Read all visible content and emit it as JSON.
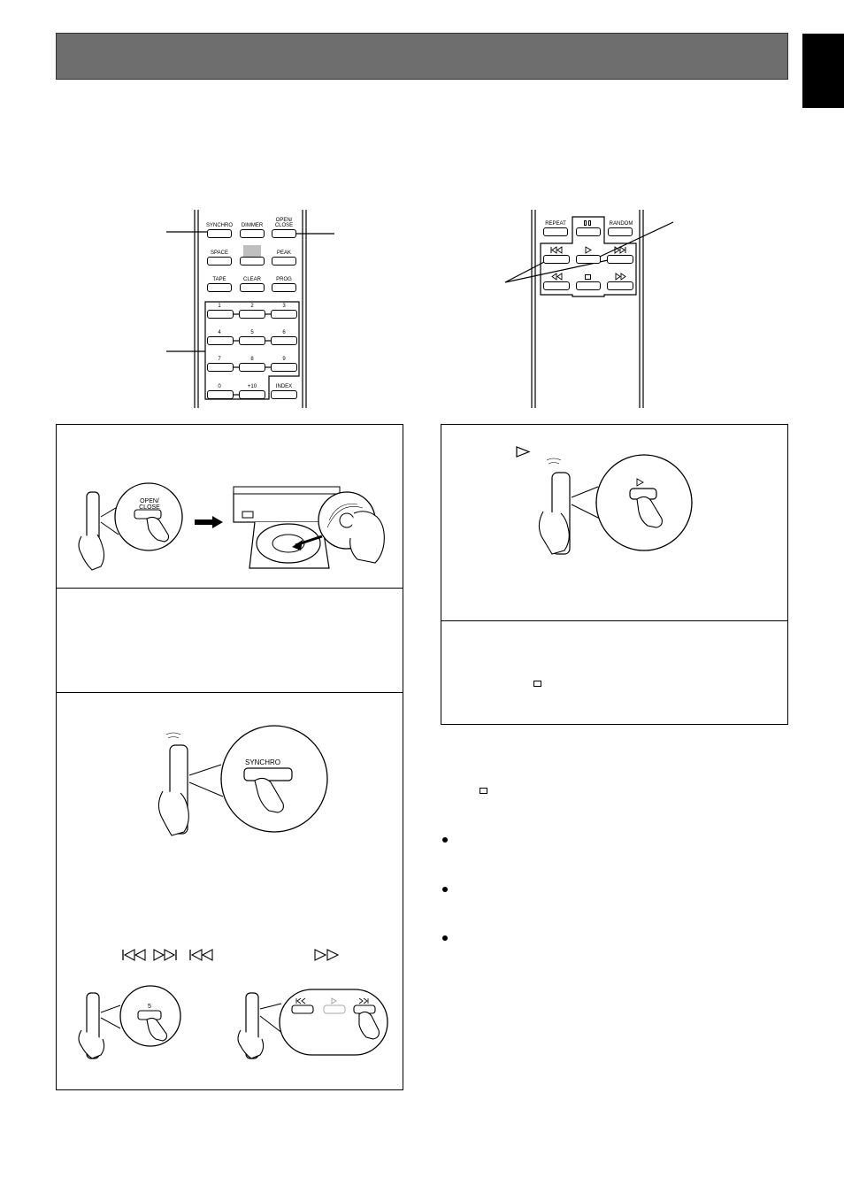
{
  "remote_left": {
    "row1": [
      "SYNCHRO",
      "DIMMER",
      "OPEN/",
      "CLOSE"
    ],
    "row2": [
      "SPACE",
      "PEAK"
    ],
    "row3": [
      "TAPE",
      "CLEAR",
      "PROG"
    ],
    "digits": [
      "1",
      "2",
      "3",
      "4",
      "5",
      "6",
      "7",
      "8",
      "9",
      "0",
      "+10",
      "INDEX"
    ]
  },
  "remote_right": {
    "row1": [
      "REPEAT",
      "RANDOM"
    ]
  },
  "illustrations": {
    "open_close_top": "OPEN/",
    "open_close_bottom": "CLOSE",
    "synchro": "SYNCHRO",
    "digit_five": "5"
  },
  "icons": [
    "pause-icon",
    "play-icon",
    "stop-icon",
    "skip-back-icon",
    "skip-forward-icon",
    "rewind-icon",
    "fast-forward-icon"
  ]
}
